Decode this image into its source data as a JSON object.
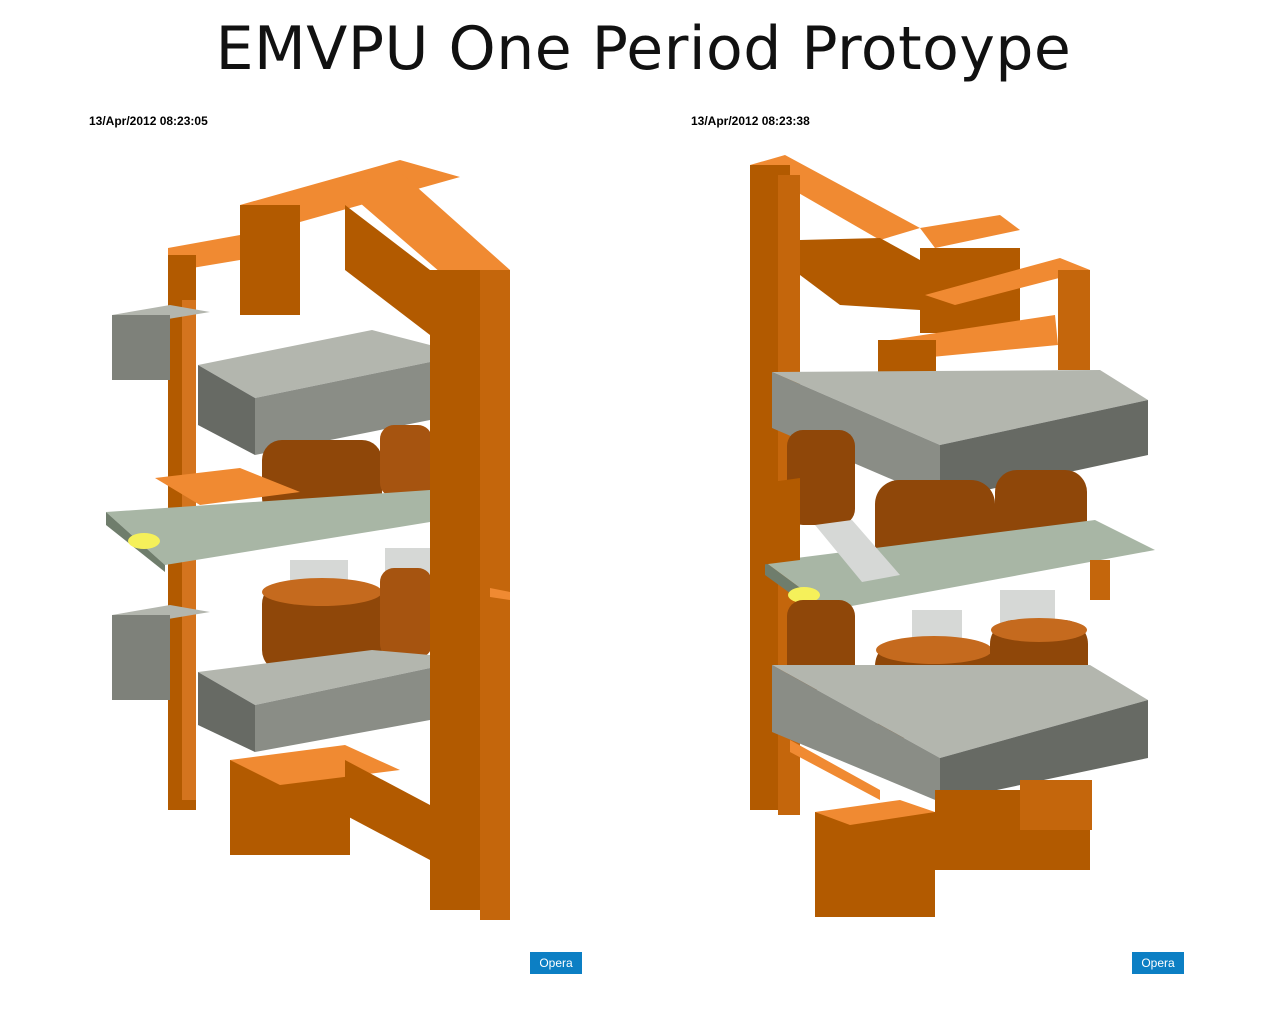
{
  "title": "EMVPU One Period Protoype",
  "views": [
    {
      "timestamp": "13/Apr/2012 08:23:05",
      "badge": "Opera"
    },
    {
      "timestamp": "13/Apr/2012 08:23:38",
      "badge": "Opera"
    }
  ],
  "colors": {
    "orange_front": "#b25a00",
    "orange_top": "#f08a32",
    "orange_side": "#d4741e",
    "steel_top": "#b3b6ae",
    "steel_front": "#676a64",
    "coil_body": "#8f4709",
    "coil_top": "#c56a1e",
    "plate": "#a8b6a5",
    "pole": "#d6d8d6",
    "marker": "#f5f05a",
    "badge": "#0c7fc4"
  }
}
